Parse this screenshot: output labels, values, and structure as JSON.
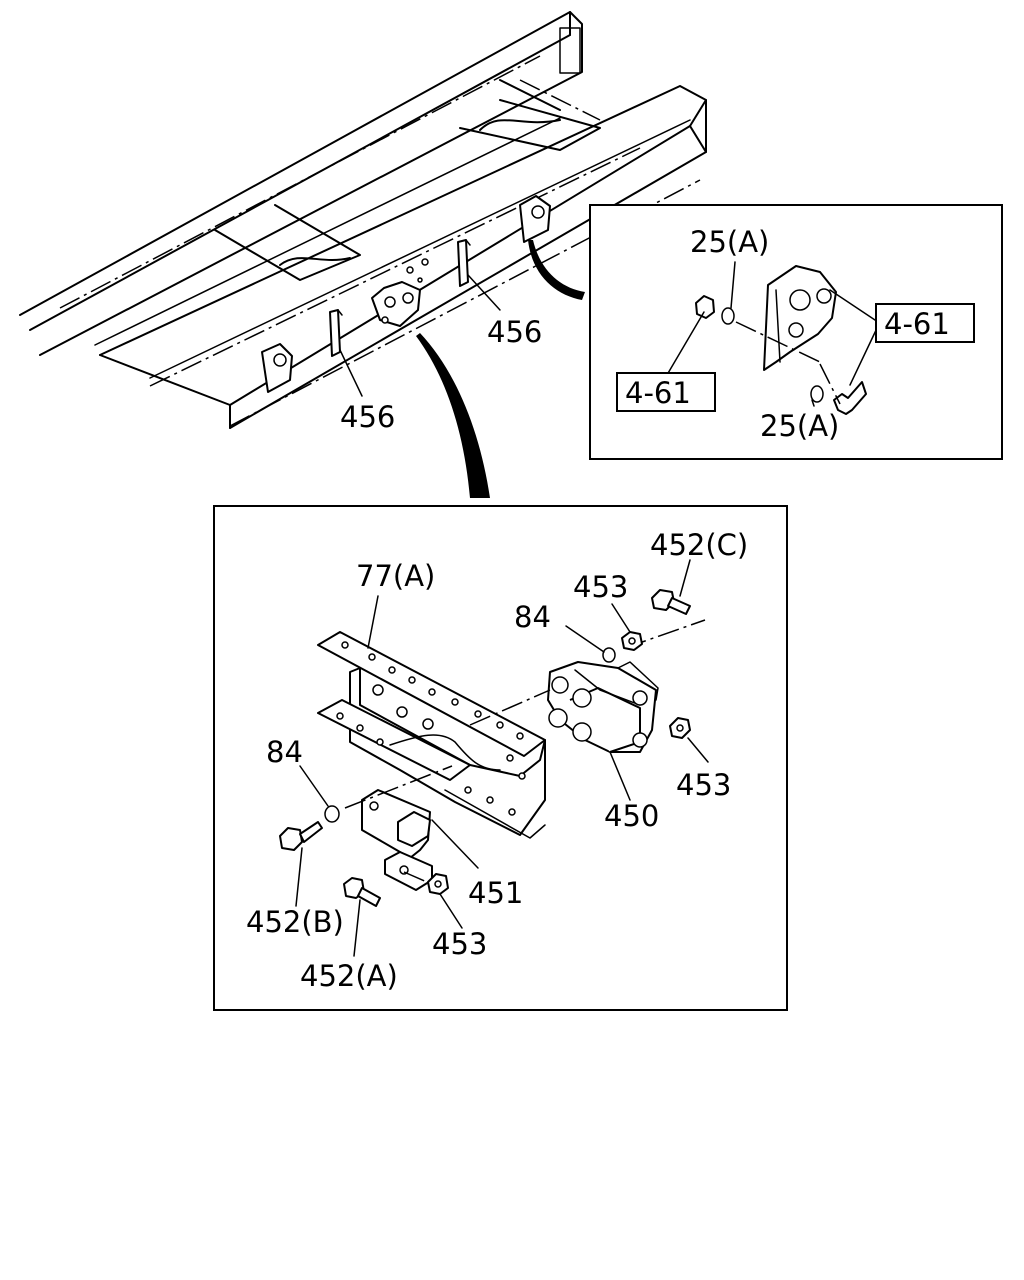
{
  "labels": {
    "top_456_left": "456",
    "top_456_right": "456",
    "detail1_25a_top": "25(A)",
    "detail1_25a_bottom": "25(A)",
    "detail1_ref_right": "4-61",
    "detail1_ref_left": "4-61",
    "detail2_77a": "77(A)",
    "detail2_452c": "452(C)",
    "detail2_453_top": "453",
    "detail2_84_top": "84",
    "detail2_84_left": "84",
    "detail2_453_right": "453",
    "detail2_450": "450",
    "detail2_451": "451",
    "detail2_452b": "452(B)",
    "detail2_453_bottom": "453",
    "detail2_452a": "452(A)"
  }
}
